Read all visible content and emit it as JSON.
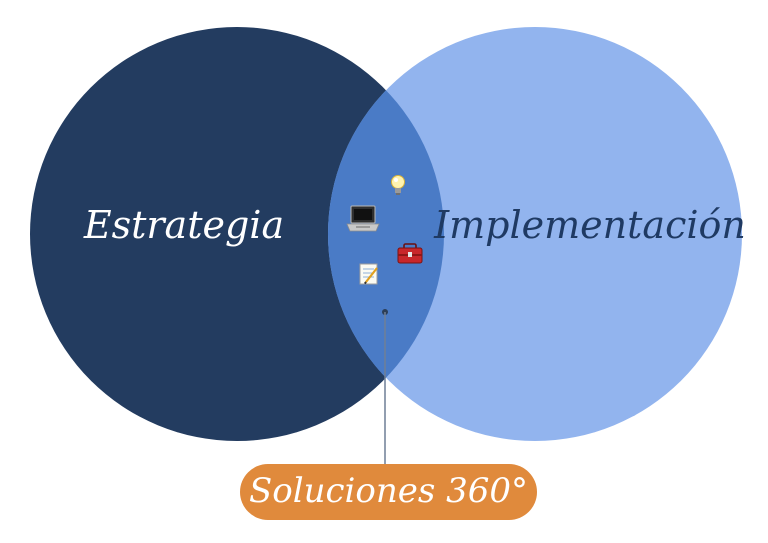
{
  "diagram": {
    "left_circle": {
      "label": "Estrategia",
      "color": "#233c60",
      "label_color": "#ffffff"
    },
    "right_circle": {
      "label": "Implementación",
      "color": "#92b4ee",
      "label_color": "#1f3a63"
    },
    "overlap": {
      "color": "#4a7bc6"
    },
    "icons": [
      "lightbulb-icon",
      "laptop-icon",
      "toolbox-icon",
      "notepad-icon"
    ],
    "callout": {
      "label": "Soluciones 360°",
      "color": "#e08a3c",
      "text_color": "#ffffff"
    }
  }
}
